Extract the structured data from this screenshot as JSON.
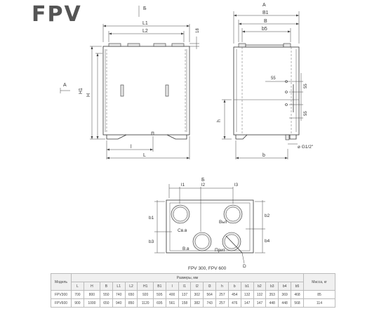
{
  "title": "FPV",
  "views": {
    "front": {
      "dims": {
        "L1": "L1",
        "L2": "L2",
        "H1": "H1",
        "H": "H",
        "l": "l",
        "L": "L",
        "top": "18"
      },
      "section_mark": "A",
      "view_arrow": "Б"
    },
    "side": {
      "header": "A",
      "dims": {
        "B1": "B1",
        "B": "B",
        "b5": "b5",
        "h": "h",
        "b": "b",
        "d55a": "55",
        "d55b": "55",
        "d55c": "55",
        "g": "G1/2\""
      }
    },
    "top": {
      "header": "Б",
      "dims": {
        "l1": "l1",
        "l2": "l2",
        "l3": "l3",
        "b1": "b1",
        "b3": "b3",
        "b2": "b2",
        "b4": "b4",
        "D": "D"
      },
      "ports": {
        "sv": "Св.в",
        "vyt": "Выт",
        "vv": "В.в",
        "prit": "Прит"
      },
      "caption": "FPV 300, FPV 600"
    }
  },
  "table": {
    "group_left": "Модель",
    "group_mid": "Размеры, мм",
    "group_right": "Масса, кг",
    "columns": [
      "L",
      "H",
      "B",
      "L1",
      "L2",
      "H1",
      "B1",
      "l",
      "l1",
      "l2",
      "l3",
      "h",
      "b",
      "b1",
      "b2",
      "b3",
      "b4",
      "b5"
    ],
    "rows": [
      {
        "model": "FPV300",
        "values": [
          "700",
          "800",
          "550",
          "740",
          "650",
          "920",
          "595",
          "400",
          "137",
          "302",
          "564",
          "257",
          "454",
          "132",
          "132",
          "353",
          "369",
          "468"
        ],
        "mass": "85"
      },
      {
        "model": "FPV600",
        "values": [
          "900",
          "1000",
          "650",
          "940",
          "850",
          "1120",
          "695",
          "561",
          "158",
          "382",
          "743",
          "257",
          "476",
          "147",
          "147",
          "448",
          "448",
          "568"
        ],
        "mass": "114"
      }
    ]
  }
}
